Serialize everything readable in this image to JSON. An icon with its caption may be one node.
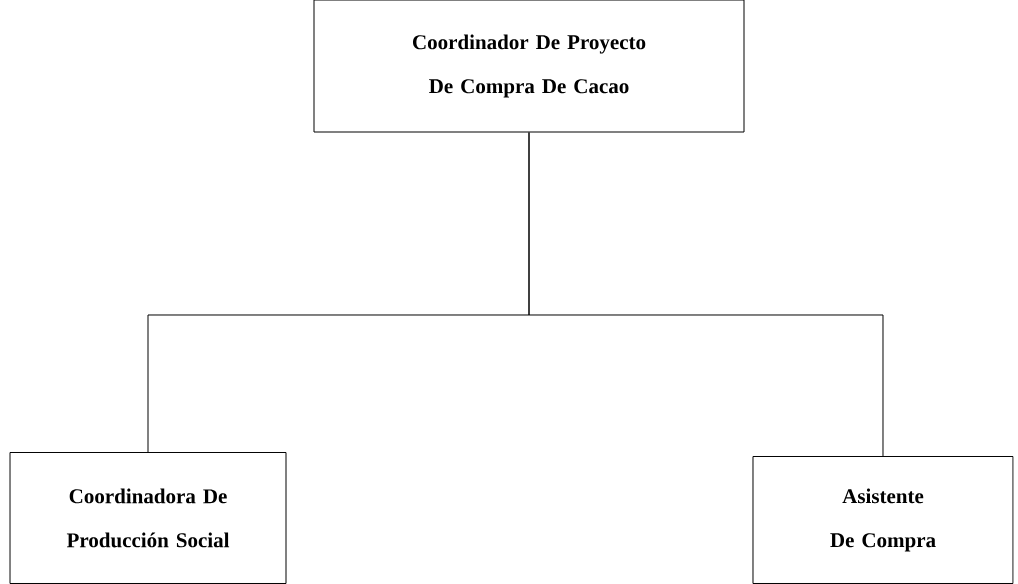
{
  "diagram": {
    "nodes": [
      {
        "text": [
          "Coordinador De Proyecto De Compra De Cacao"
        ]
      },
      {
        "text": [
          "Coordinadora De Producción Social"
        ]
      },
      {
        "text": [
          "Asistente De Compra"
        ]
      }
    ],
    "edges": [
      {
        "from": 0,
        "to": 1,
        "arrow": "none"
      },
      {
        "from": 0,
        "to": 2,
        "arrow": "none"
      }
    ]
  }
}
